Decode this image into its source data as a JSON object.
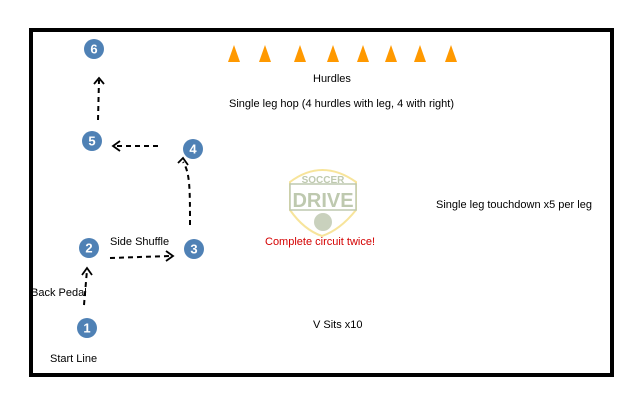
{
  "labels": {
    "hurdles": "Hurdles",
    "hop": "Single leg hop (4 hurdles with leg, 4 with right)",
    "touchdown": "Single leg touchdown x5 per leg",
    "circuit": "Complete circuit twice!",
    "side_shuffle": "Side Shuffle",
    "back_pedal": "Back Pedal",
    "vsits": "V Sits x10",
    "start": "Start Line"
  },
  "markers": [
    "1",
    "2",
    "3",
    "4",
    "5",
    "6"
  ],
  "logo": {
    "line1": "SOCCER",
    "line2": "DRIVE"
  },
  "colors": {
    "marker": "#4f81b5",
    "cone": "#ff9900",
    "circuit": "#d40000"
  }
}
